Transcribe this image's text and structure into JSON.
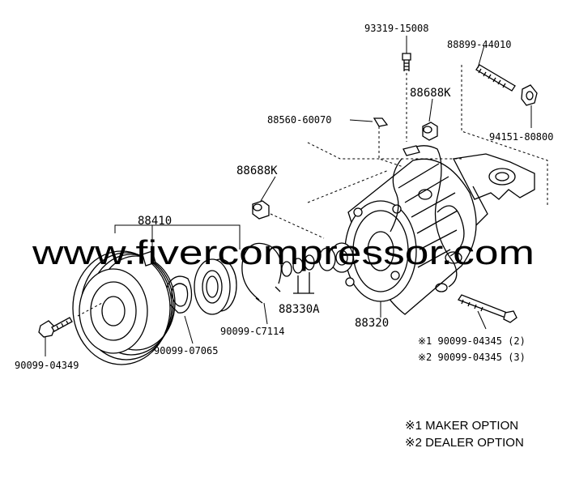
{
  "labels": {
    "p93319": "93319-15008",
    "p88899": "88899-44010",
    "p88688_top": "88688K",
    "p94151": "94151-80800",
    "p88560": "88560-60070",
    "p88688_left": "88688K",
    "p88410": "88410",
    "p88330": "88330A",
    "p90099_c7114": "90099-C7114",
    "p88320": "88320",
    "p90099_07065": "90099-07065",
    "p90099_04349": "90099-04349",
    "bolt_opt1": "※1 90099-04345 (2)",
    "bolt_opt2": "※2 90099-04345 (3)"
  },
  "notes": {
    "maker_option": "※1  MAKER OPTION",
    "dealer_option": "※2  DEALER OPTION"
  },
  "watermark": "www.fivercompressor.com"
}
